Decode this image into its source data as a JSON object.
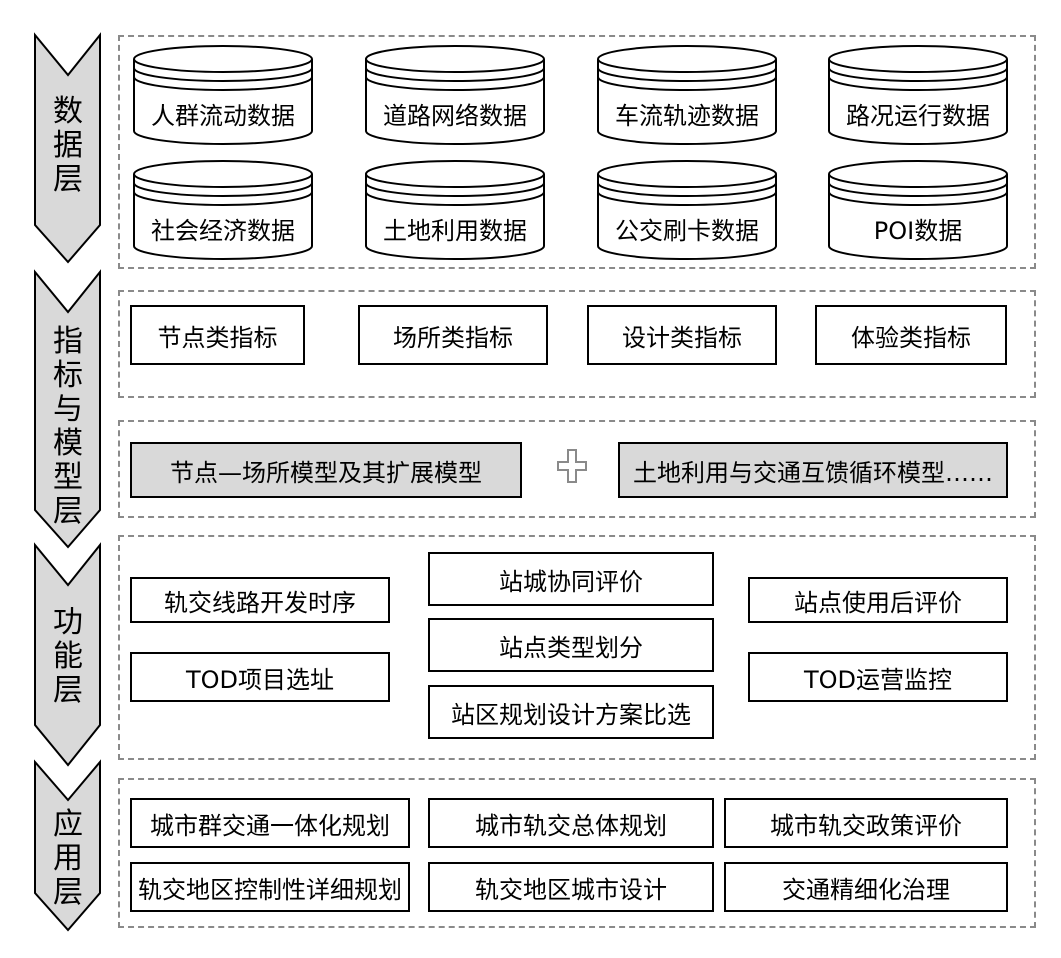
{
  "layers": {
    "data": {
      "label": "数\n据\n层",
      "items": [
        "人群流动数据",
        "道路网络数据",
        "车流轨迹数据",
        "路况运行数据",
        "社会经济数据",
        "土地利用数据",
        "公交刷卡数据",
        "POI数据"
      ]
    },
    "index_model": {
      "label": "指\n标\n与\n模\n型\n层",
      "indicators": [
        "节点类指标",
        "场所类指标",
        "设计类指标",
        "体验类指标"
      ],
      "models": [
        "节点—场所模型及其扩展模型",
        "土地利用与交通互馈循环模型……"
      ],
      "connector": "plus-icon"
    },
    "function": {
      "label": "功\n能\n层",
      "left": [
        "轨交线路开发时序",
        "TOD项目选址"
      ],
      "center": [
        "站城协同评价",
        "站点类型划分",
        "站区规划设计方案比选"
      ],
      "right": [
        "站点使用后评价",
        "TOD运营监控"
      ]
    },
    "application": {
      "label": "应\n用\n层",
      "items": [
        "城市群交通一体化规划",
        "城市轨交总体规划",
        "城市轨交政策评价",
        "轨交地区控制性详细规划",
        "轨交地区城市设计",
        "交通精细化治理"
      ]
    }
  },
  "colors": {
    "arrow_fill": "#d9d9d9",
    "dashed_border": "#8a8a8a",
    "model_fill": "#d9d9d9"
  }
}
